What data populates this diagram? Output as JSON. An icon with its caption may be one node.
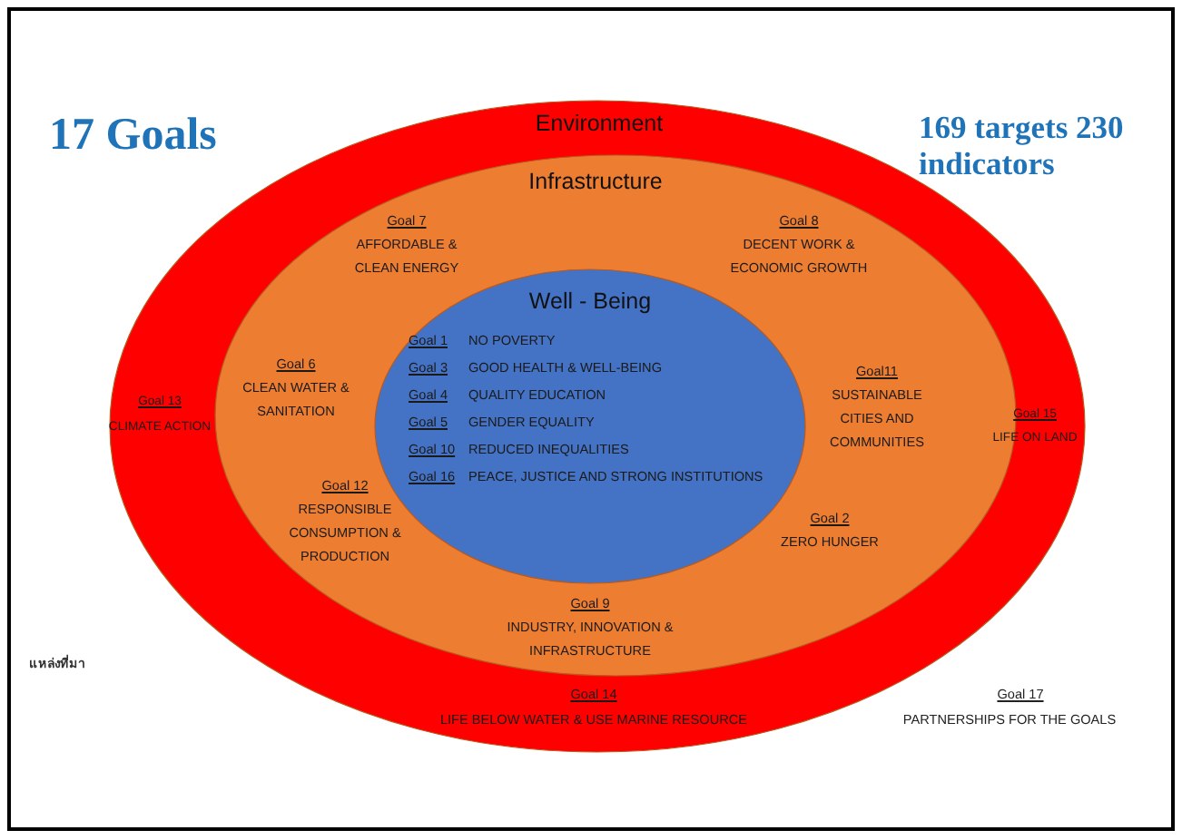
{
  "diagram": {
    "nodes": [
      {
        "text": [
          "Environment",
          "Goal 13",
          "CLIMATE ACTION",
          "Goal 15",
          "LIFE ON LAND",
          "Goal 14",
          "LIFE BELOW WATER & USE MARINE RESOURCE"
        ]
      },
      {
        "text": [
          "Infrastructure",
          "Goal 7",
          "AFFORDABLE & CLEAN ENERGY",
          "Goal 8",
          "DECENT WORK & ECONOMIC GROWTH",
          "Goal 6",
          "CLEAN WATER & SANITATION",
          "Goal11",
          "SUSTAINABLE CITIES AND COMMUNITIES",
          "Goal 12",
          "RESPONSIBLE CONSUMPTION & PRODUCTION",
          "Goal 2",
          "ZERO HUNGER",
          "Goal 9",
          "INDUSTRY, INNOVATION & INFRASTRUCTURE"
        ],
        "in": 0
      },
      {
        "text": [
          "Well - Being",
          "Goal 1",
          "NO POVERTY",
          "Goal 3",
          "GOOD HEALTH & WELL-BEING",
          "Goal 4",
          "QUALITY EDUCATION",
          "Goal 5",
          "GENDER EQUALITY",
          "Goal 10",
          "REDUCED INEQUALITIES",
          "Goal 16",
          "PEACE, JUSTICE AND STRONG INSTITUTIONS"
        ],
        "in": 1
      }
    ],
    "labels": [
      "17 Goals",
      "169 targets 230 indicators",
      "แหล่งที่มา",
      "Goal 17",
      "PARTNERSHIPS FOR THE GOALS"
    ]
  }
}
